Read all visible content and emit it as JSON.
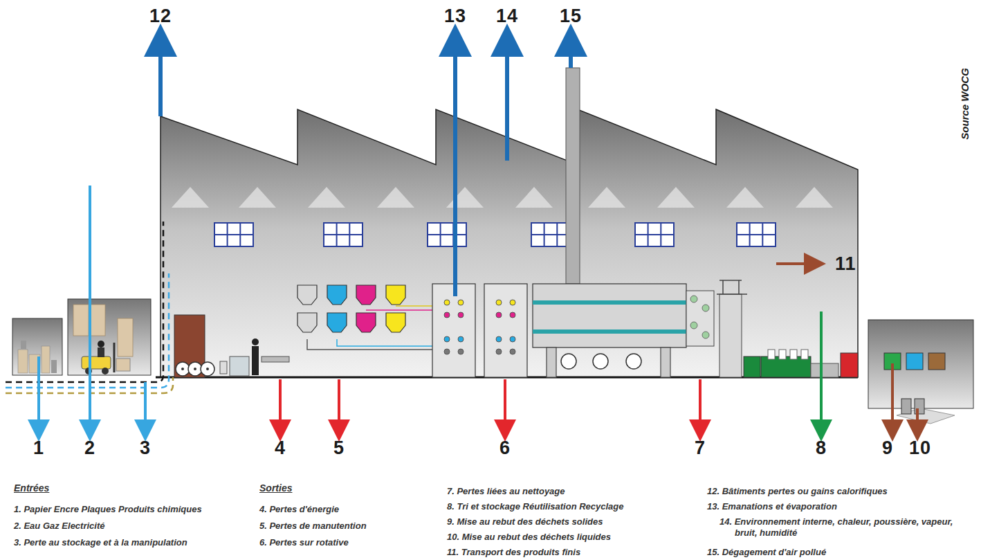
{
  "diagram": {
    "labels": [
      "12",
      "13",
      "14",
      "15",
      "11",
      "Source WOCG",
      "1",
      "2",
      "3",
      "4",
      "5",
      "6",
      "7",
      "8",
      "9",
      "10",
      "Entrées",
      "1. Papier Encre Plaques Produits chimiques",
      "2. Eau Gaz Electricité",
      "3. Perte au stockage et à la manipulation",
      "Sorties",
      "4. Pertes d'énergie",
      "5. Pertes de manutention",
      "6. Pertes sur rotative",
      "7. Pertes liées au nettoyage",
      "8. Tri et stockage Réutilisation Recyclage",
      "9. Mise au rebut des déchets solides",
      "10. Mise au rebut des déchets liquides",
      "11. Transport des produits finis",
      "12. Bâtiments pertes ou gains calorifiques",
      "13. Emanations et évaporation",
      "14. Environnement interne, chaleur, poussière, vapeur, bruit, humidité",
      "15. Dégagement d'air pollué"
    ]
  }
}
